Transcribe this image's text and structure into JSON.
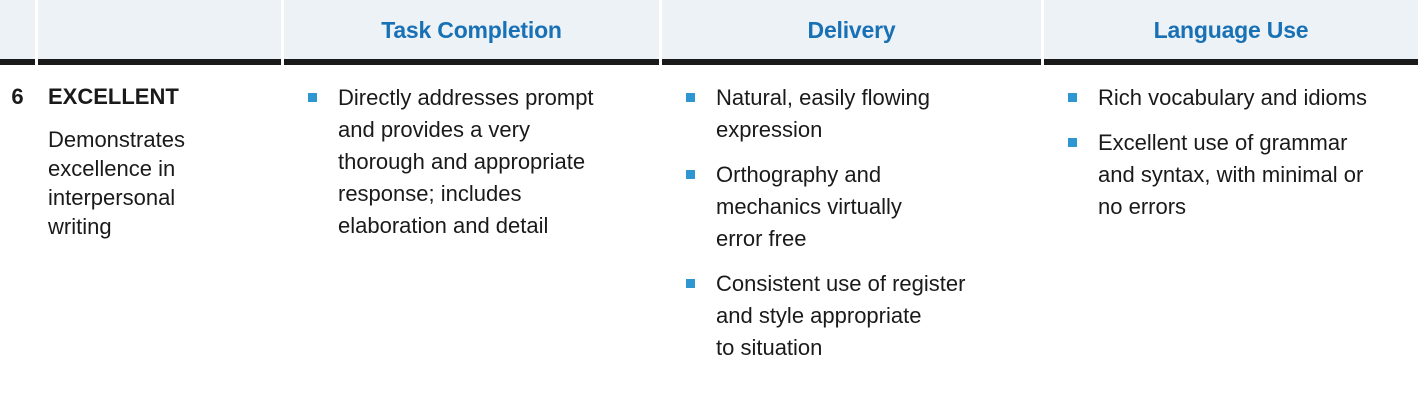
{
  "table": {
    "headers": {
      "task_completion": "Task Completion",
      "delivery": "Delivery",
      "language_use": "Language Use"
    },
    "row": {
      "score": "6",
      "rating": "EXCELLENT",
      "description": "Demonstrates\nexcellence in\ninterpersonal\nwriting",
      "criteria": {
        "task_completion": [
          "Directly addresses prompt\nand provides a very\nthorough and appropriate\nresponse; includes\nelaboration and detail"
        ],
        "delivery": [
          "Natural, easily flowing\nexpression",
          "Orthography and\nmechanics virtually\nerror free",
          "Consistent use of register\nand style appropriate\nto situation"
        ],
        "language_use": [
          "Rich vocabulary and idioms",
          "Excellent use of grammar\nand syntax, with minimal or\nno errors"
        ]
      }
    }
  },
  "colors": {
    "header_text": "#1971b5",
    "header_background": "#edf2f7",
    "rule": "#1a1a1a",
    "bullet": "#2e96d0",
    "body_text": "#1a1a1a"
  }
}
